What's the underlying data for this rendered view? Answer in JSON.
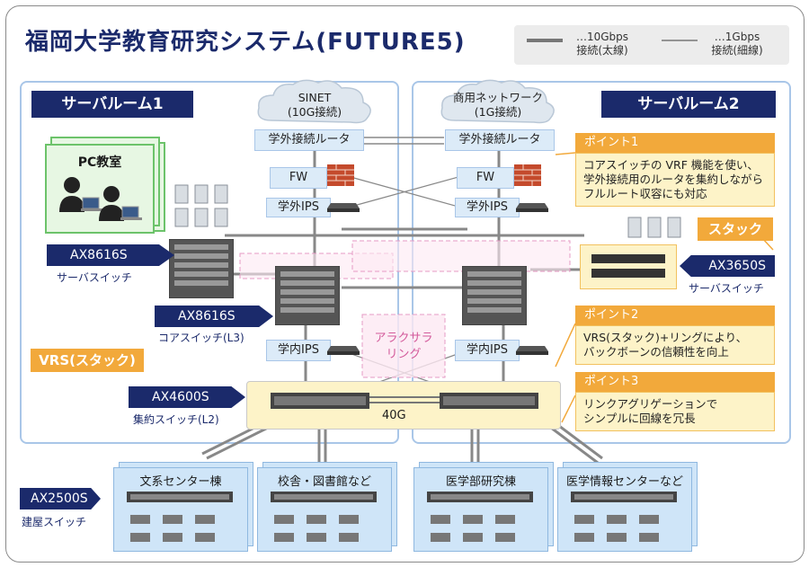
{
  "title": "福岡大学教育研究システム(FUTURE5)",
  "legend": {
    "thick": [
      "…10Gbps",
      "接続(太線)"
    ],
    "thin": [
      "…1Gbps",
      "接続(細線)"
    ]
  },
  "rooms": {
    "room1": "サーバルーム1",
    "room2": "サーバルーム2"
  },
  "clouds": {
    "sinet": [
      "SINET",
      "(10G接続)"
    ],
    "commercial": [
      "商用ネットワーク",
      "(1G接続)"
    ]
  },
  "boxes": {
    "router_left": "学外接続ルータ",
    "router_right": "学外接続ルータ",
    "fw_left": "FW",
    "fw_right": "FW",
    "ips_out_left": "学外IPS",
    "ips_out_right": "学外IPS",
    "ips_in_left": "学内IPS",
    "ips_in_right": "学内IPS"
  },
  "pc_room": "PC教室",
  "labels": {
    "ax8616_server": "AX8616S",
    "ax8616_server_sub": "サーバスイッチ",
    "ax8616_core": "AX8616S",
    "ax8616_core_sub": "コアスイッチ(L3)",
    "vrs": "VRS(スタック)",
    "ax4600": "AX4600S",
    "ax4600_sub": "集約スイッチ(L2)",
    "ax2500": "AX2500S",
    "ax2500_sub": "建屋スイッチ",
    "stack": "スタック",
    "ax3650": "AX3650S",
    "ax3650_sub": "サーバスイッチ",
    "ring": [
      "アラクサラ",
      "リング"
    ],
    "link_40g": "40G"
  },
  "points": [
    {
      "title": "ポイント1",
      "lines": [
        "コアスイッチの VRF 機能を使い、",
        "学外接続用のルータを集約しながら",
        "フルルート収容にも対応"
      ]
    },
    {
      "title": "ポイント2",
      "lines": [
        "VRS(スタック)+リングにより、",
        "バックボーンの信頼性を向上"
      ]
    },
    {
      "title": "ポイント3",
      "lines": [
        "リンクアグリゲーションで",
        "シンプルに回線を冗長"
      ]
    }
  ],
  "buildings": [
    "文系センター棟",
    "校舎・図書館など",
    "医学部研究棟",
    "医学情報センターなど"
  ],
  "colors": {
    "navy": "#1b2a6b",
    "orange": "#f2a93b",
    "light_blue": "#dcebf8",
    "pink_ring": "#d35a9b"
  }
}
